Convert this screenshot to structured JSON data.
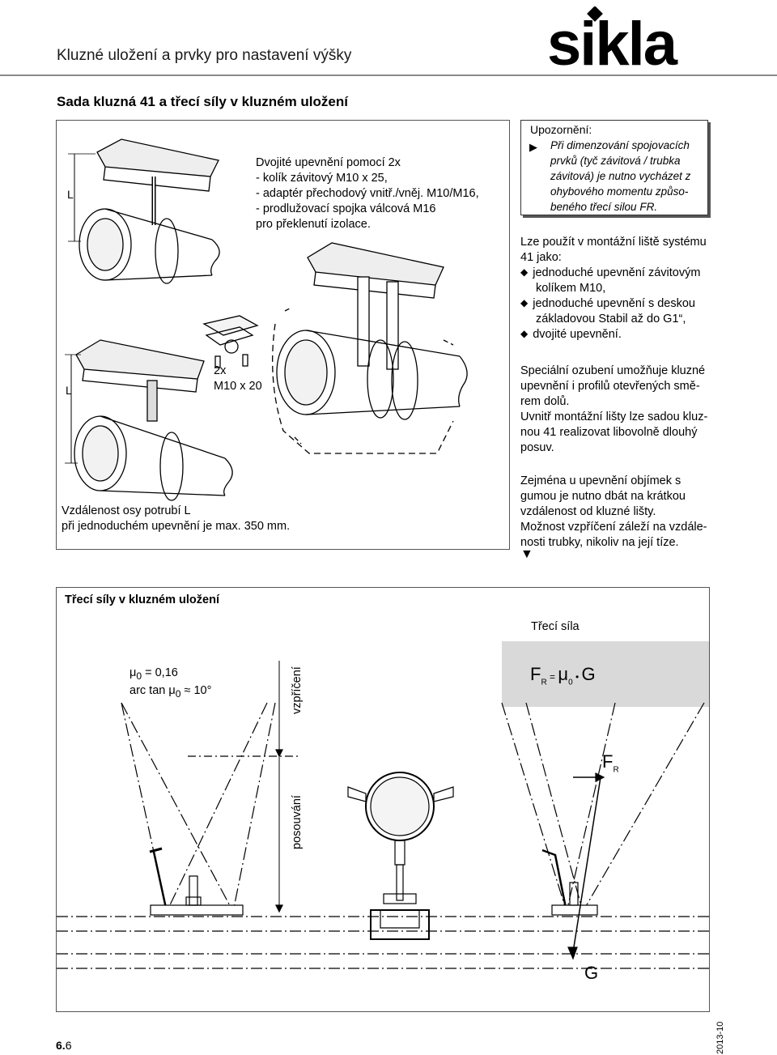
{
  "header": {
    "title": "Kluzné uložení a prvky pro nastavení výšky",
    "logo_text": "sikla"
  },
  "section": {
    "title": "Sada kluzná 41 a třecí síly v kluzném uložení"
  },
  "figure1": {
    "dim_label_top": "L",
    "dim_label_bottom": "L",
    "desc_lines": [
      "Dvojité upevnění pomocí 2x",
      "- kolík závitový M10 x 25,",
      "- adaptér přechodový vnitř./vněj. M10/M16,",
      "- prodlužovací spojka válcová M16",
      "pro překlenutí izolace."
    ],
    "bolt_label_line1": "2x",
    "bolt_label_line2": "M10 x 20",
    "distance_note_line1": "Vzdálenost osy potrubí L",
    "distance_note_line2": "při jednoduchém upevnění je max. 350 mm."
  },
  "notice": {
    "title": "Upozornění:",
    "body_lines": [
      "Při dimenzování spojovacích",
      "prvků (tyč závitová / trubka",
      "závitová) je nutno vycházet z",
      "ohybového momentu způso-",
      "beného třecí silou FR."
    ]
  },
  "usage": {
    "intro_line1": "Lze použít v montážní liště systému",
    "intro_line2": "41 jako:",
    "items": [
      {
        "line1": "jednoduché upevnění závitovým",
        "line2": "kolíkem M10,"
      },
      {
        "line1": "jednoduché upevnění s deskou",
        "line2": "základovou Stabil až do G1“,"
      },
      {
        "line1": "dvojité upevnění.",
        "line2": ""
      }
    ]
  },
  "special": {
    "lines": [
      "Speciální ozubení umožňuje kluzné",
      "upevnění i profilů otevřených smě-",
      "rem dolů.",
      "Uvnitř montážní lišty lze sadou kluz-",
      "nou 41 realizovat libovolně dlouhý",
      "posuv."
    ]
  },
  "warning": {
    "lines": [
      "Zejména u upevnění objímek s",
      "gumou je nutno dbát na krátkou",
      "vzdálenost od kluzné lišty.",
      "Možnost vzpříčení záleží na vzdále-",
      "nosti trubky, nikoliv na její tíze."
    ]
  },
  "friction": {
    "title": "Třecí síly v kluzném uložení",
    "force_label": "Třecí síla",
    "formula_F": "F",
    "formula_R": "R",
    "formula_eq": " = ",
    "formula_mu": "μ",
    "formula_zero": "0",
    "formula_dot": " • ",
    "formula_G": "G",
    "mu_line1_a": "μ",
    "mu_line1_sub": "0",
    "mu_line1_b": " = 0,16",
    "mu_line2_a": "arc tan μ",
    "mu_line2_sub": "0",
    "mu_line2_b": "  ≈  10°",
    "label_jam": "vzpříčení",
    "label_slide": "posouvání",
    "FR_F": "F",
    "FR_R": "R",
    "G_label": "G"
  },
  "footer": {
    "page_main": "6.",
    "page_sub": "6",
    "date": "2013-10"
  }
}
